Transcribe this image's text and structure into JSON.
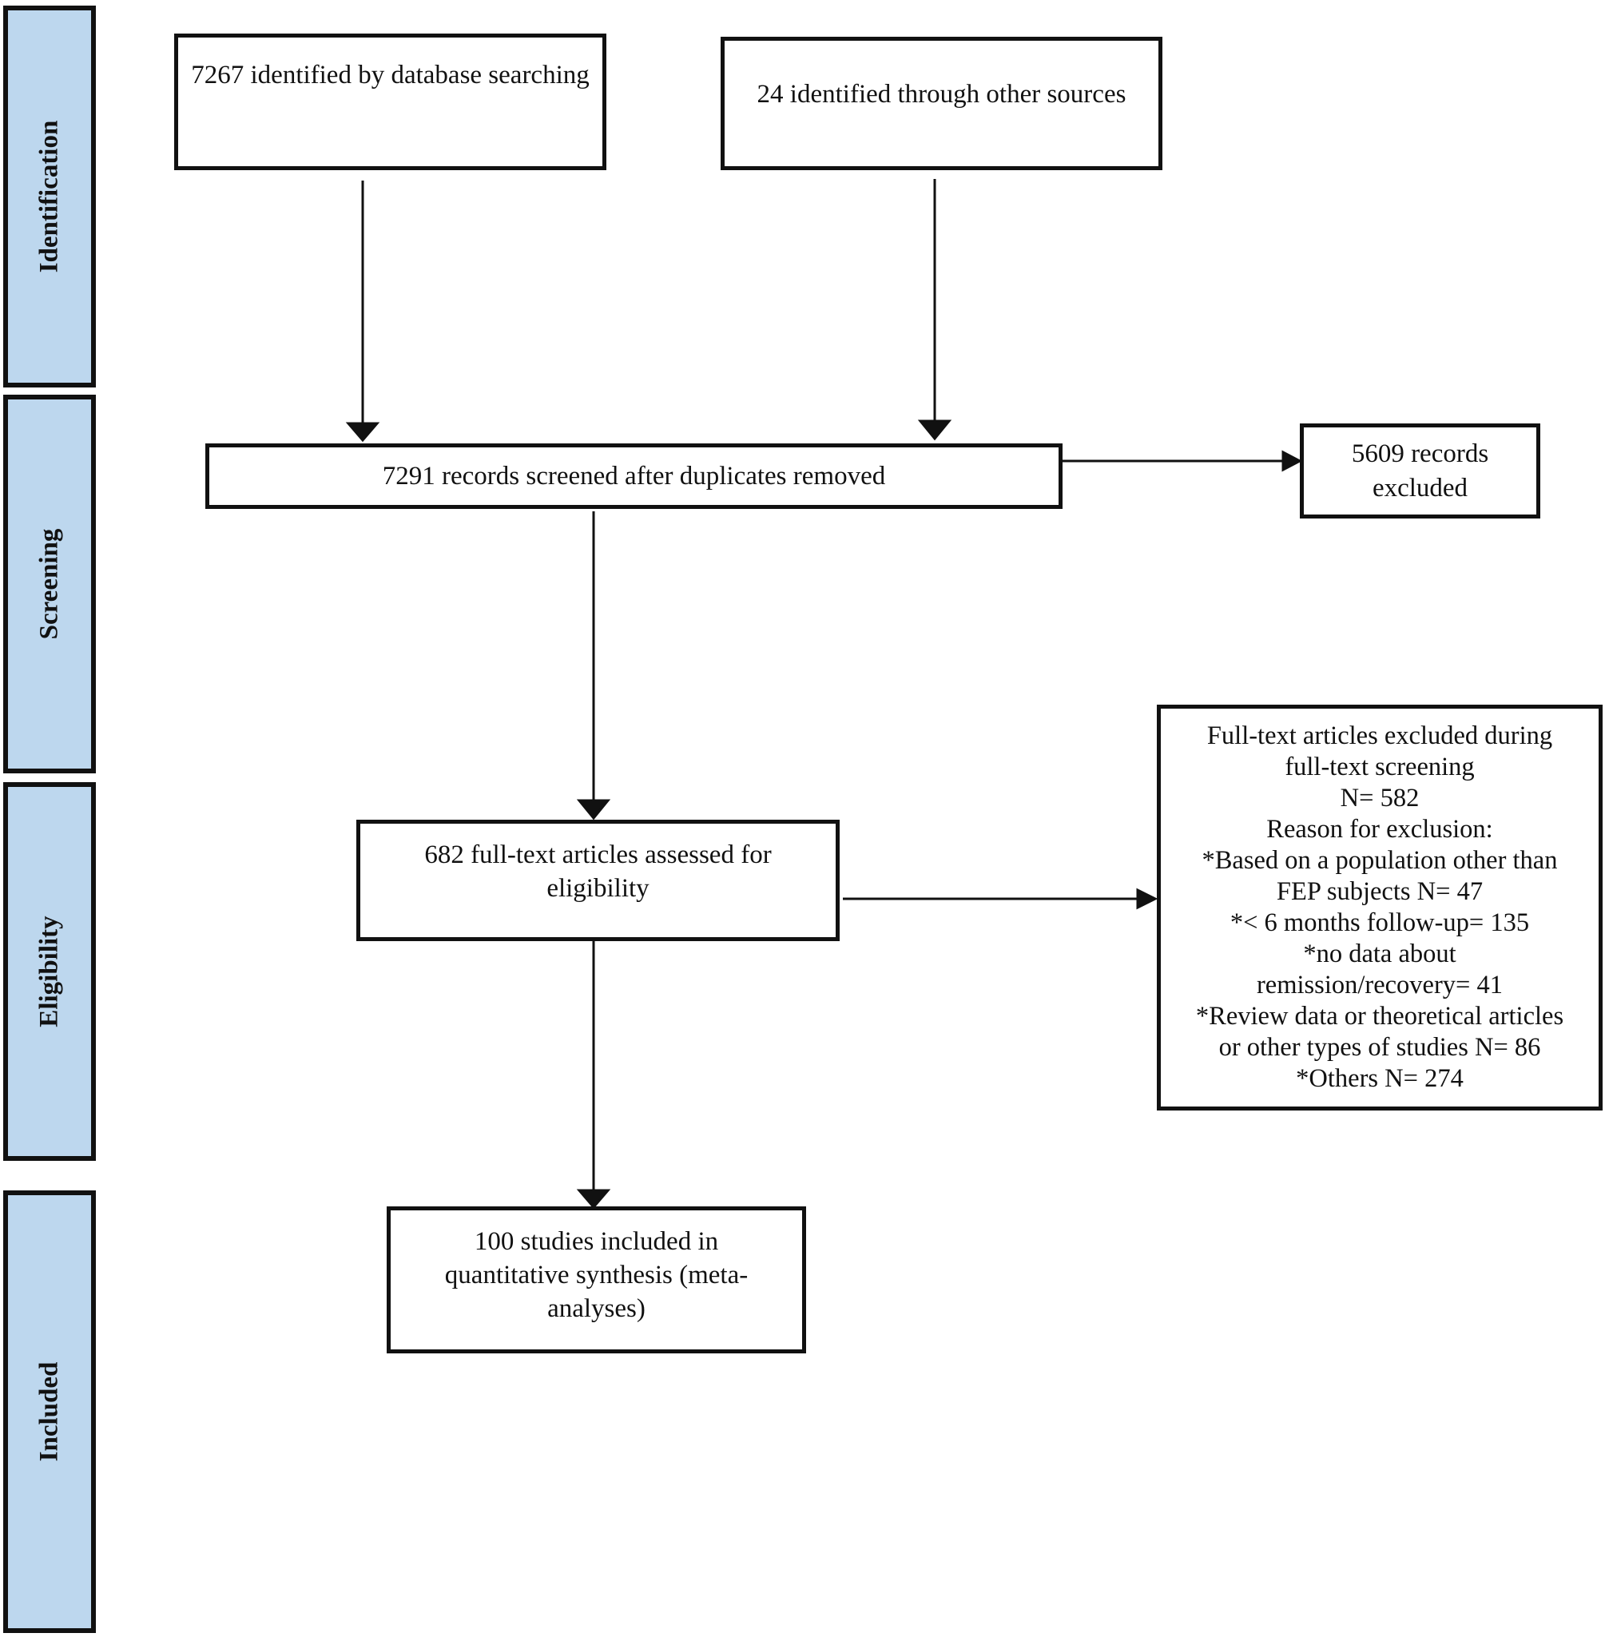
{
  "stages": [
    {
      "id": "identification",
      "label": "Identification"
    },
    {
      "id": "screening",
      "label": "Screening"
    },
    {
      "id": "eligibility",
      "label": "Eligibility"
    },
    {
      "id": "included",
      "label": "Included"
    }
  ],
  "boxes": {
    "database": "7267 identified by database searching",
    "other_sources": "24 identified through other sources",
    "screened": "7291 records screened after duplicates removed",
    "excluded_records": "5609 records excluded",
    "assessed": "682 full-text articles assessed for eligibility",
    "included": "100 studies included in quantitative synthesis (meta-analyses)"
  },
  "fulltext_exclusion": {
    "lines": [
      "Full-text articles excluded during",
      "full-text screening",
      "N= 582",
      "Reason for exclusion:",
      "*Based on a population other than",
      "FEP subjects N= 47",
      "*< 6 months follow-up= 135",
      "*no data about",
      "remission/recovery= 41",
      "*Review data or theoretical articles",
      "or other types of studies N= 86",
      "*Others N= 274"
    ]
  }
}
